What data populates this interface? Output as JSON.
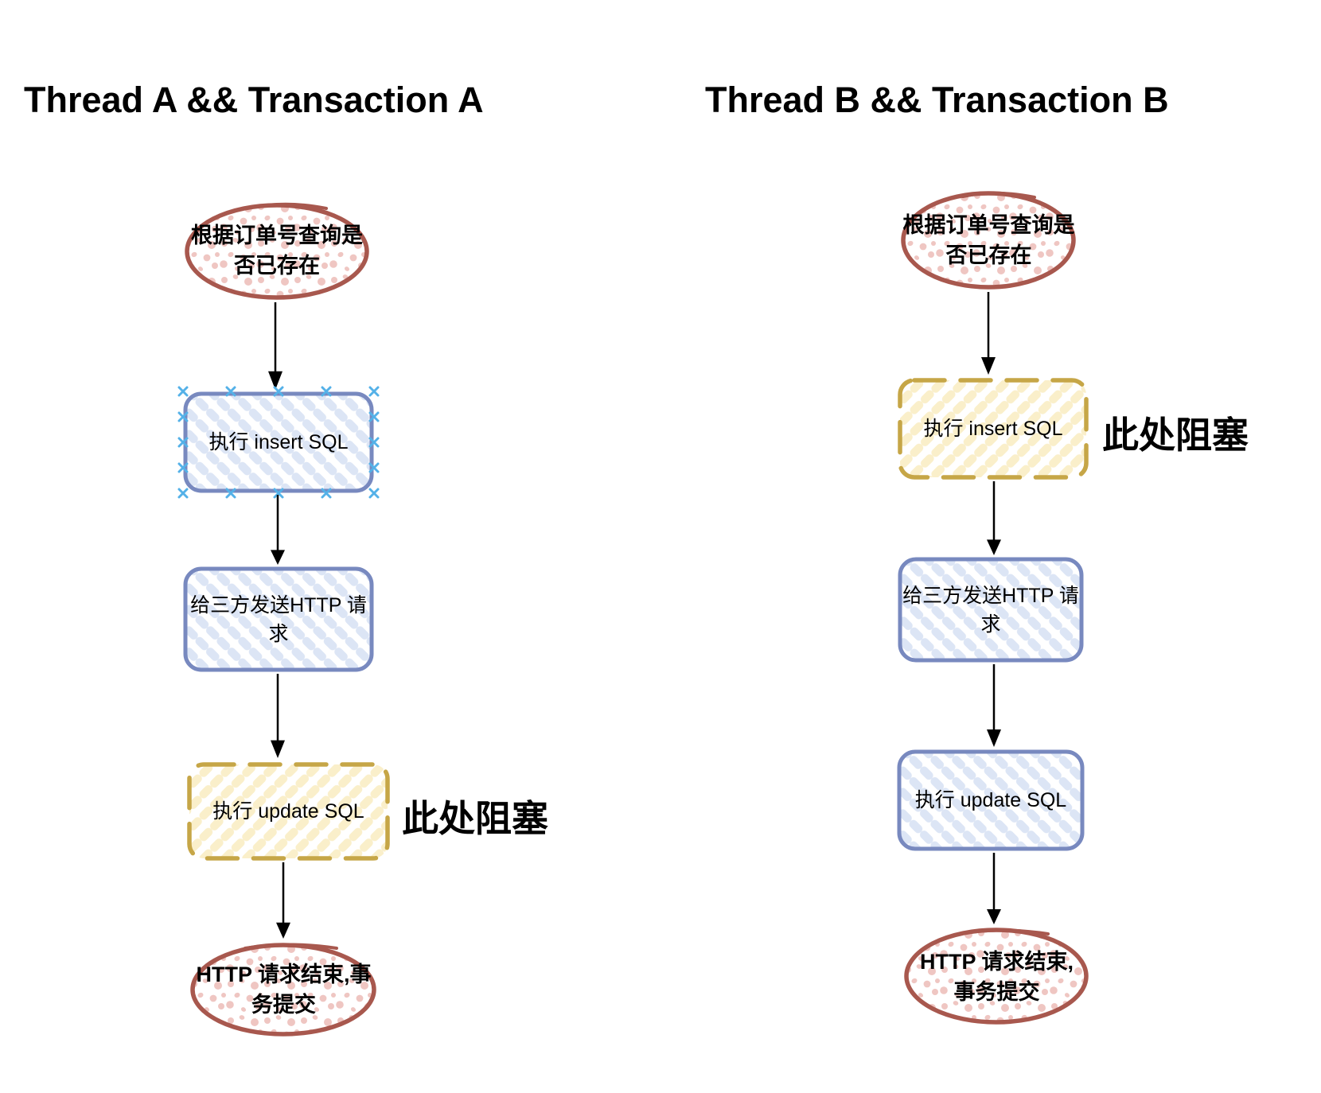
{
  "diagram": {
    "left": {
      "title": "Thread A && Transaction A",
      "start": {
        "line1": "根据订单号查询是",
        "line2": "否已存在"
      },
      "insert_step": {
        "label": "执行 insert SQL",
        "selected": true
      },
      "http_step": {
        "line1": "给三方发送HTTP 请",
        "line2": "求"
      },
      "update_step": {
        "label": "执行 update SQL"
      },
      "end": {
        "line1": "HTTP 请求结束,事",
        "line2": "务提交"
      },
      "annotation": "此处阻塞"
    },
    "right": {
      "title": "Thread B && Transaction B",
      "start": {
        "line1": "根据订单号查询是",
        "line2": "否已存在"
      },
      "insert_step": {
        "label": "执行 insert SQL"
      },
      "http_step": {
        "line1": "给三方发送HTTP 请",
        "line2": "求"
      },
      "update_step": {
        "label": "执行 update SQL"
      },
      "end": {
        "line1": "HTTP 请求结束,",
        "line2": "事务提交"
      },
      "annotation": "此处阻塞"
    },
    "colors": {
      "ellipse_border": "#a8584e",
      "ellipse_dots": "#efc6c2",
      "blue_border": "#7889bf",
      "blue_hatch": "#dce5f5",
      "yellow_border": "#c6a647",
      "yellow_hatch": "#faefca",
      "selection_handle": "#54b1e8",
      "arrow": "#000000",
      "text": "#000000"
    }
  }
}
